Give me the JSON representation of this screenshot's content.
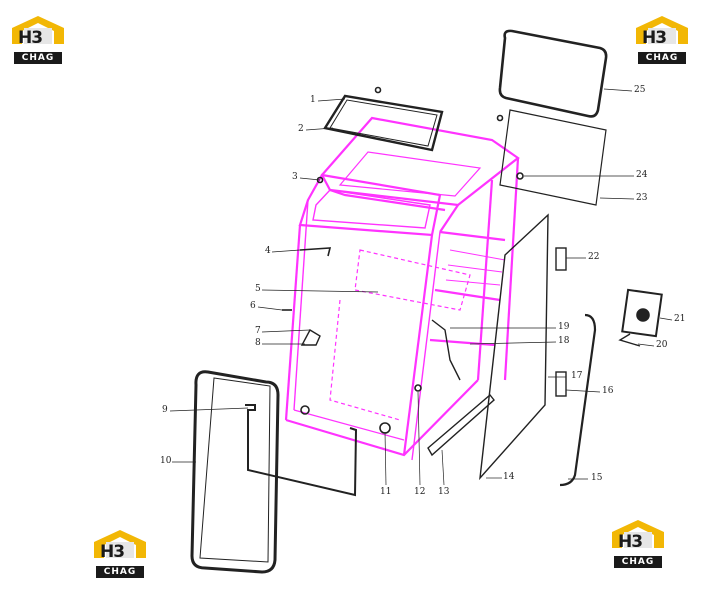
{
  "brand": {
    "logo_mark": "H3",
    "logo_text": "CHAG",
    "accent": "#f2b705",
    "dark": "#1a1a1a"
  },
  "diagram": {
    "frame_color": "#ff33ff",
    "part_color": "#222222",
    "callouts": [
      {
        "id": "1",
        "label": "1"
      },
      {
        "id": "2",
        "label": "2"
      },
      {
        "id": "3",
        "label": "3"
      },
      {
        "id": "4",
        "label": "4"
      },
      {
        "id": "5",
        "label": "5"
      },
      {
        "id": "6",
        "label": "6"
      },
      {
        "id": "7",
        "label": "7"
      },
      {
        "id": "8",
        "label": "8"
      },
      {
        "id": "9",
        "label": "9"
      },
      {
        "id": "10",
        "label": "10"
      },
      {
        "id": "11",
        "label": "11"
      },
      {
        "id": "12",
        "label": "12"
      },
      {
        "id": "13",
        "label": "13"
      },
      {
        "id": "14",
        "label": "14"
      },
      {
        "id": "15",
        "label": "15"
      },
      {
        "id": "16",
        "label": "16"
      },
      {
        "id": "17",
        "label": "17"
      },
      {
        "id": "18",
        "label": "18"
      },
      {
        "id": "19",
        "label": "19"
      },
      {
        "id": "20",
        "label": "20"
      },
      {
        "id": "21",
        "label": "21"
      },
      {
        "id": "22",
        "label": "22"
      },
      {
        "id": "23",
        "label": "23"
      },
      {
        "id": "24",
        "label": "24"
      },
      {
        "id": "25",
        "label": "25"
      }
    ]
  }
}
